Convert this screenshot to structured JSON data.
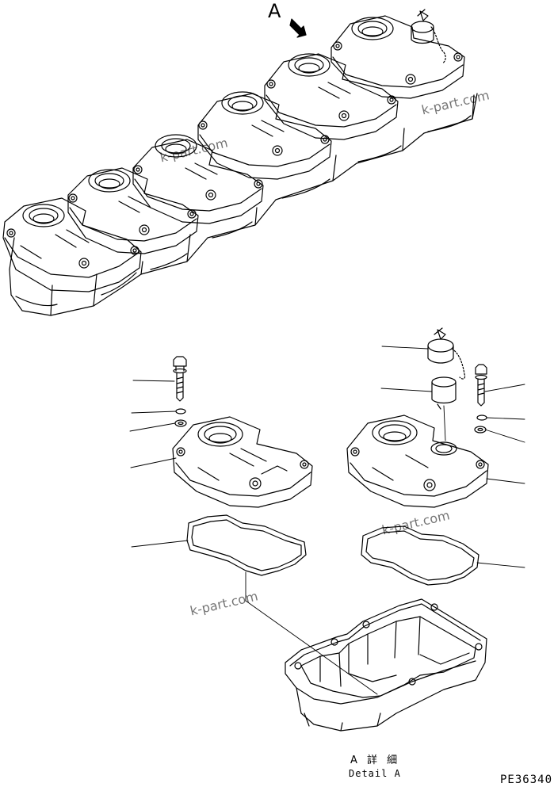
{
  "view_marker": {
    "letter": "A"
  },
  "detail_caption": {
    "japanese": "A 詳 細",
    "english": "Detail A"
  },
  "drawing_number": "PE36340",
  "watermarks": [
    "k-part.com",
    "k-part.com",
    "k-part.com",
    "k-part.com"
  ]
}
